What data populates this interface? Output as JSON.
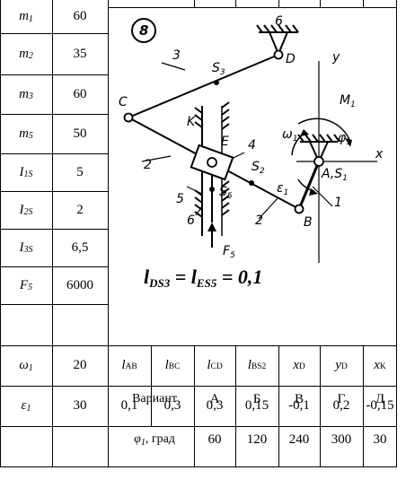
{
  "params": [
    {
      "sym": "m",
      "sub": "1",
      "value": "60"
    },
    {
      "sym": "m",
      "sub": "2",
      "value": "35"
    },
    {
      "sym": "m",
      "sub": "3",
      "value": "60"
    },
    {
      "sym": "m",
      "sub": "5",
      "value": "50"
    },
    {
      "sym": "I",
      "sub": "1S",
      "value": "5"
    },
    {
      "sym": "I",
      "sub": "2S",
      "value": "2"
    },
    {
      "sym": "I",
      "sub": "3S",
      "value": "6,5"
    },
    {
      "sym": "F",
      "sub": "5",
      "value": "6000"
    }
  ],
  "kinematics": [
    {
      "sym": "ω",
      "sub": "1",
      "value": "20"
    },
    {
      "sym": "ε",
      "sub": "1",
      "value": "30"
    }
  ],
  "lengths": {
    "headers": [
      {
        "sym": "l",
        "sub": "AB"
      },
      {
        "sym": "l",
        "sub": "BC"
      },
      {
        "sym": "l",
        "sub": "CD"
      },
      {
        "sym": "l",
        "sub": "BS2"
      },
      {
        "sym": "x",
        "sub": "D"
      },
      {
        "sym": "y",
        "sub": "D"
      },
      {
        "sym": "x",
        "sub": "K"
      }
    ],
    "values": [
      "0,1",
      "0,3",
      "0,3",
      "0,15",
      "-0,1",
      "0,2",
      "-0,15"
    ]
  },
  "variants": {
    "label": "Вариант",
    "letters": [
      "А",
      "Б",
      "В",
      "Г",
      "Д"
    ],
    "angle_label": "φ1, град",
    "angles": [
      "60",
      "120",
      "240",
      "300",
      "30"
    ]
  },
  "formula": {
    "a": "l",
    "a_sub": "DS3",
    "b": "l",
    "b_sub": "ES5",
    "rhs": "= 0,1"
  },
  "diagram": {
    "variant_number": "8",
    "labels": {
      "D": "D",
      "C": "C",
      "E": "E",
      "B": "B",
      "A": "A,S",
      "A_sub": "1",
      "K": "K",
      "S3": "S",
      "S3_sub": "3",
      "S2": "S",
      "S2_sub": "2",
      "S5": "S",
      "S5_sub": "5",
      "F5": "F",
      "F5_sub": "5",
      "M1": "M",
      "M1_sub": "1",
      "w1": "ω",
      "w1_sub": "1",
      "e1": "ε",
      "e1_sub": "1",
      "phi1": "φ",
      "phi1_sub": "1",
      "x": "x",
      "y": "y",
      "n1": "1",
      "n2a": "2",
      "n2b": "2",
      "n3": "3",
      "n4": "4",
      "n5": "5",
      "n6a": "6",
      "n6b": "6"
    }
  }
}
